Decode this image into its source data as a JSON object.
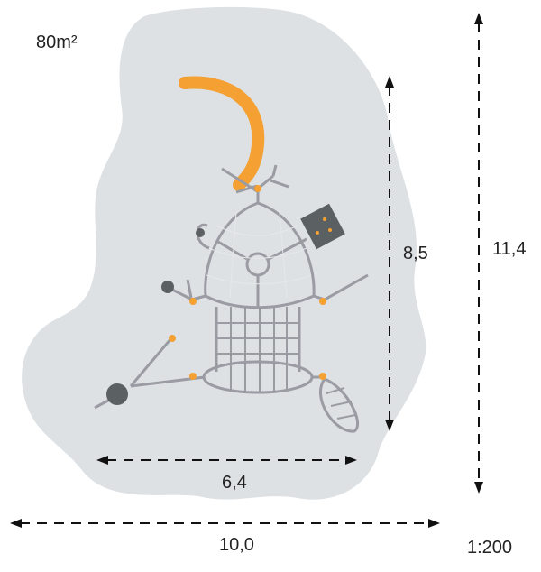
{
  "area_label": "80m²",
  "dimensions": {
    "structure_height": "8,5",
    "total_height": "11,4",
    "structure_width": "6,4",
    "total_width": "10,0"
  },
  "scale": "1:200",
  "colors": {
    "safety_zone": "#dde1e3",
    "frame": "#9b9ba4",
    "accent": "#f4a033",
    "dark": "#5b6063"
  }
}
